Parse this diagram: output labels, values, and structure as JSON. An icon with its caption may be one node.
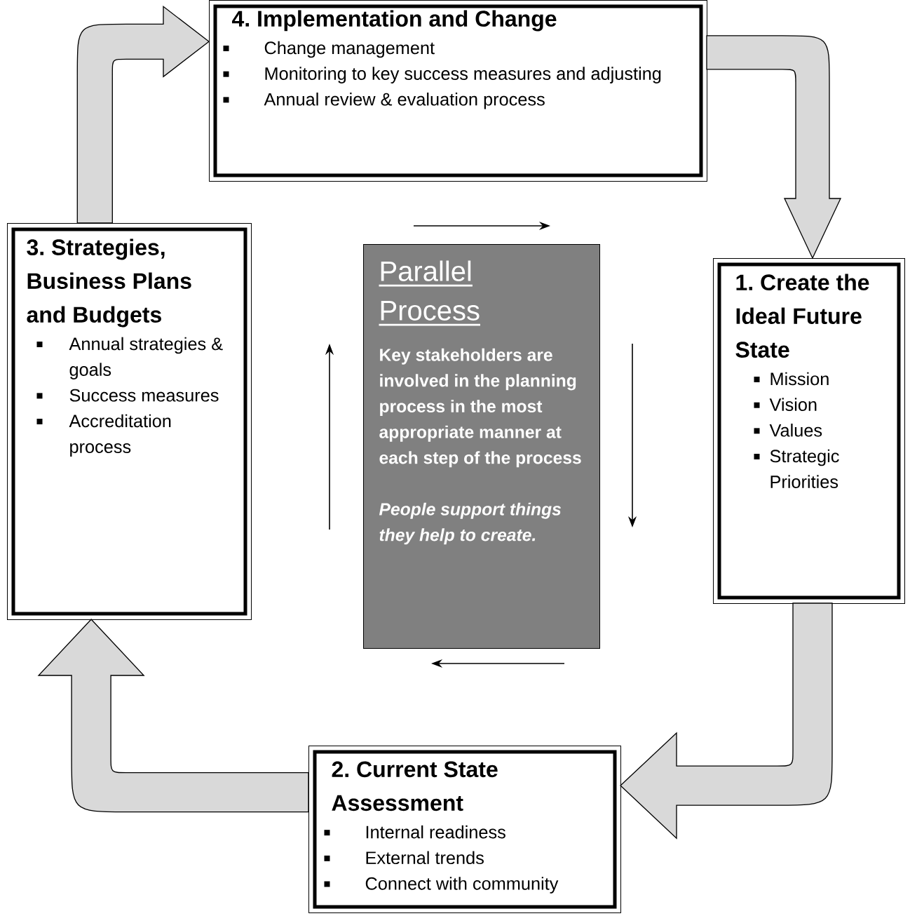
{
  "diagram": {
    "nodes": [
      {
        "text": [
          "4. Implementation and Change",
          "Change management",
          "Monitoring to key success measures and adjusting",
          "Annual review & evaluation process"
        ]
      },
      {
        "text": [
          "3. Strategies, Business Plans and Budgets",
          "Annual strategies & goals",
          "Success measures",
          "Accreditation process"
        ]
      },
      {
        "text": [
          "Parallel Process",
          "Key stakeholders are involved in the planning process in the most appropriate manner at each step of the process",
          "People support things they help to create."
        ]
      },
      {
        "text": [
          "1. Create the Ideal Future State",
          "Mission",
          "Vision",
          "Values",
          "Strategic Priorities"
        ]
      },
      {
        "text": [
          "2. Current State Assessment",
          "Internal readiness",
          "External trends",
          "Connect with community"
        ]
      }
    ],
    "edges": [
      {
        "from": 0,
        "to": 3,
        "arrow": "to"
      },
      {
        "from": 3,
        "to": 4,
        "arrow": "to"
      },
      {
        "from": 4,
        "to": 1,
        "arrow": "to"
      },
      {
        "from": 1,
        "to": 0,
        "arrow": "to"
      }
    ]
  }
}
